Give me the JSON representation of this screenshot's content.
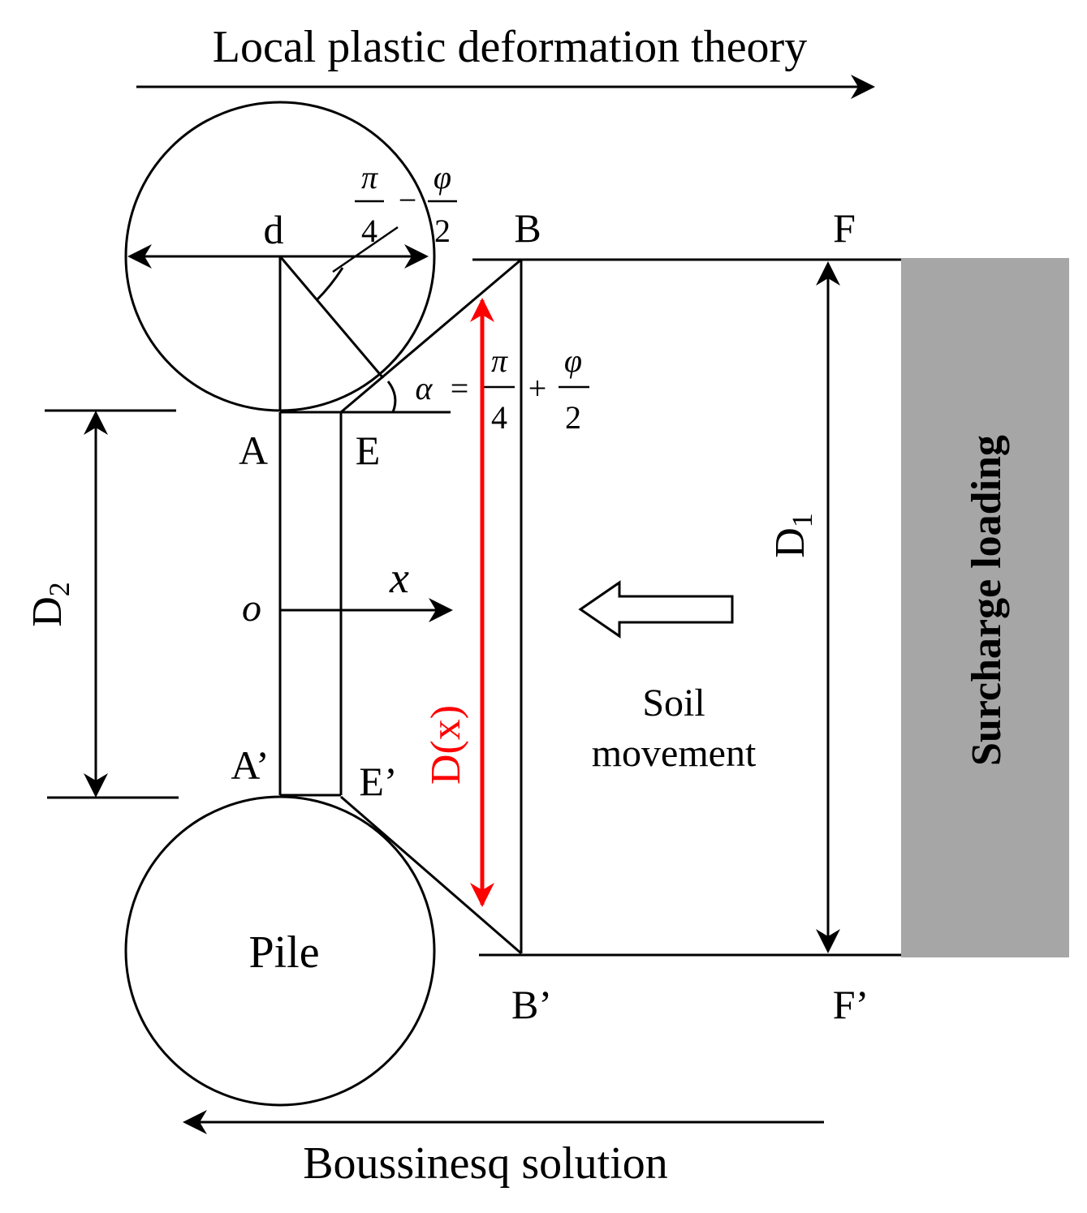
{
  "top_arrow_label": "Local plastic deformation theory",
  "bottom_arrow_label": "Boussinesq solution",
  "labels": {
    "d": "d",
    "B": "B",
    "F": "F",
    "A": "A",
    "E": "E",
    "A_prime": "A’",
    "E_prime": "E’",
    "B_prime": "B’",
    "F_prime": "F’",
    "O": "o",
    "x": "x",
    "pile": "Pile"
  },
  "angle_label": {
    "pi": "π",
    "four": "4",
    "minus": "−",
    "phi": "φ",
    "two": "2"
  },
  "alpha_label": {
    "alpha": "α",
    "equals": "=",
    "pi": "π",
    "four": "4",
    "plus": "+",
    "phi": "φ",
    "two": "2"
  },
  "dim_D1": {
    "main": "D",
    "sub": "1"
  },
  "dim_D2": {
    "main": "D",
    "sub": "2"
  },
  "dim_Dx": "D(x)",
  "soil_movement": {
    "line1": "Soil",
    "line2": "movement"
  },
  "surcharge_label": "Surcharge loading",
  "colors": {
    "line": "#000000",
    "highlight": "#ff0000",
    "surcharge_fill": "#a6a6a6"
  }
}
